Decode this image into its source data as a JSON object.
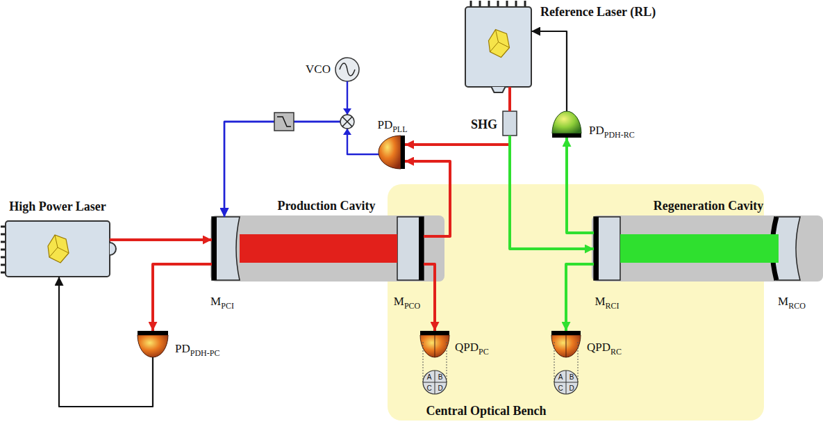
{
  "diagram": {
    "nodes": [
      {
        "text": [
          "Reference Laser (RL)"
        ]
      },
      {
        "text": [
          "VCO"
        ]
      },
      {
        "text": [
          "SHG"
        ]
      },
      {
        "text": [
          "PD",
          "PLL"
        ]
      },
      {
        "text": [
          "PD",
          "PDH-RC"
        ]
      },
      {
        "text": [
          "High Power Laser"
        ]
      },
      {
        "text": [
          "Production Cavity"
        ]
      },
      {
        "text": [
          "M",
          "PCI"
        ],
        "in": 6
      },
      {
        "text": [
          "M",
          "PCO"
        ],
        "in": 6
      },
      {
        "text": [
          "Central Optical Bench"
        ]
      },
      {
        "text": [
          "Regeneration Cavity"
        ]
      },
      {
        "text": [
          "M",
          "RCI"
        ],
        "in": 10
      },
      {
        "text": [
          "M",
          "RCO"
        ],
        "in": 10
      },
      {
        "text": [
          "PD",
          "PDH-PC"
        ]
      },
      {
        "text": [
          "QPD",
          "PC"
        ],
        "in": 9
      },
      {
        "text": [
          "QPD",
          "RC"
        ],
        "in": 9
      }
    ],
    "edges": [
      {
        "from": 5,
        "to": 7,
        "arrow": "to"
      },
      {
        "from": 7,
        "to": 13,
        "arrow": "to"
      },
      {
        "from": 13,
        "to": 5,
        "arrow": "to"
      },
      {
        "from": 8,
        "to": 3,
        "arrow": "to"
      },
      {
        "from": 8,
        "to": 14,
        "arrow": "to"
      },
      {
        "from": 2,
        "to": 3,
        "arrow": "to"
      },
      {
        "from": 2,
        "to": 11,
        "arrow": "to"
      },
      {
        "from": 11,
        "to": 4,
        "arrow": "to"
      },
      {
        "from": 11,
        "to": 15,
        "arrow": "to"
      },
      {
        "from": 4,
        "to": 0,
        "arrow": "to"
      },
      {
        "from": 0,
        "to": 2,
        "arrow": "none"
      },
      {
        "from": 1,
        "to": 7,
        "arrow": "to"
      },
      {
        "from": 3,
        "to": 7,
        "arrow": "to"
      }
    ],
    "labels": [
      "A",
      "B",
      "C",
      "D",
      "A",
      "B",
      "C",
      "D"
    ]
  }
}
